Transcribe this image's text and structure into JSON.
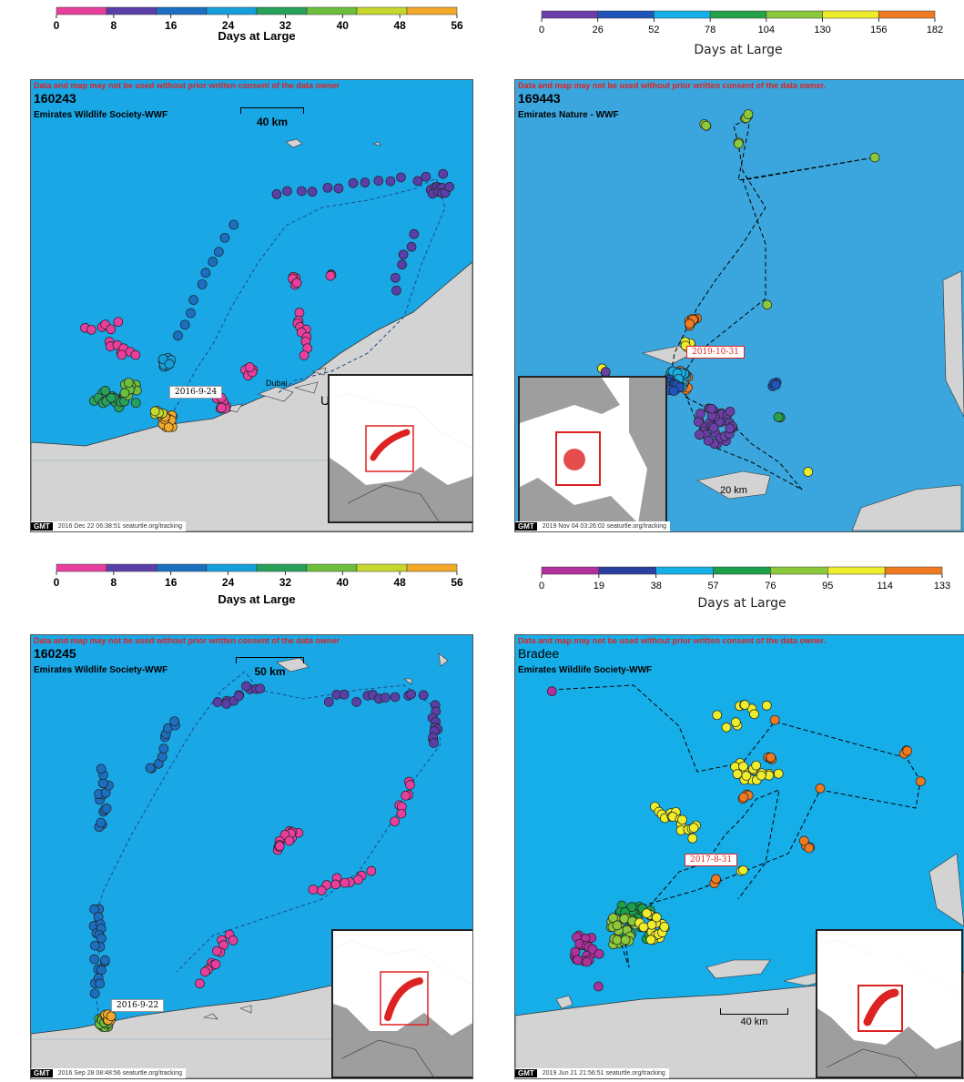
{
  "legend_tl": {
    "title": "Days at Large",
    "ticks": [
      "0",
      "8",
      "16",
      "24",
      "32",
      "40",
      "48",
      "56"
    ],
    "colors": [
      "#e83f9e",
      "#5b3fa8",
      "#1c6fc0",
      "#15a0dc",
      "#27a05a",
      "#6bbf3c",
      "#c6d82e",
      "#f2a928"
    ]
  },
  "legend_tr": {
    "title": "Days at Large",
    "ticks": [
      "0",
      "26",
      "52",
      "78",
      "104",
      "130",
      "156",
      "182"
    ],
    "colors": [
      "#6a3fa8",
      "#1f55b8",
      "#16b0e8",
      "#25a248",
      "#8bc83a",
      "#eded2c",
      "#f07a22"
    ]
  },
  "legend_bl": {
    "title": "Days at Large",
    "ticks": [
      "0",
      "8",
      "16",
      "24",
      "32",
      "40",
      "48",
      "56"
    ],
    "colors": [
      "#e83f9e",
      "#5b3fa8",
      "#1c6fc0",
      "#15a0dc",
      "#27a05a",
      "#6bbf3c",
      "#c6d82e",
      "#f2a928"
    ]
  },
  "legend_br": {
    "title": "Days at Large",
    "ticks": [
      "0",
      "19",
      "38",
      "57",
      "76",
      "95",
      "114",
      "133"
    ],
    "colors": [
      "#b0309e",
      "#2a3fa0",
      "#16b0e8",
      "#1aa14a",
      "#8bc83a",
      "#eded2c",
      "#f07a22"
    ]
  },
  "panels": [
    {
      "disclaimer": "Data and map may not be used without prior written consent of the data owner",
      "tag_id": "160243",
      "owner": "Emirates Wildlife Society-WWF",
      "scale": "40 km",
      "date_label": "2016-9-24",
      "place_label": "Un",
      "place_label_2": "Dubai",
      "footer": "2016 Dec 22 06:38:51   seaturtle.org/tracking",
      "gmt": "GMT"
    },
    {
      "disclaimer": "Data and map may not be used without prior written consent of the data owner.",
      "tag_id": "169443",
      "owner": "Emirates Nature - WWF",
      "scale": "20 km",
      "date_label": "2019-10-31",
      "footer": "2019 Nov 04 03:26:02   seaturtle.org/tracking",
      "gmt": "GMT"
    },
    {
      "disclaimer": "Data and map may not be used without prior written consent of the data owner",
      "tag_id": "160245",
      "owner": "Emirates Wildlife Society-WWF",
      "scale": "50 km",
      "date_label": "2016-9-22",
      "footer": "2016 Sep 28 08:48:56   seaturtle.org/tracking",
      "gmt": "GMT"
    },
    {
      "disclaimer": "Data and map may not be used without prior written consent of the data owner.",
      "tag_id": "Bradee",
      "owner": "Emirates Wildlife Society-WWF",
      "scale": "40 km",
      "date_label": "2017-8-31",
      "footer": "2019 Jun 21 21:56:51   seaturtle.org/tracking",
      "gmt": "GMT"
    }
  ]
}
